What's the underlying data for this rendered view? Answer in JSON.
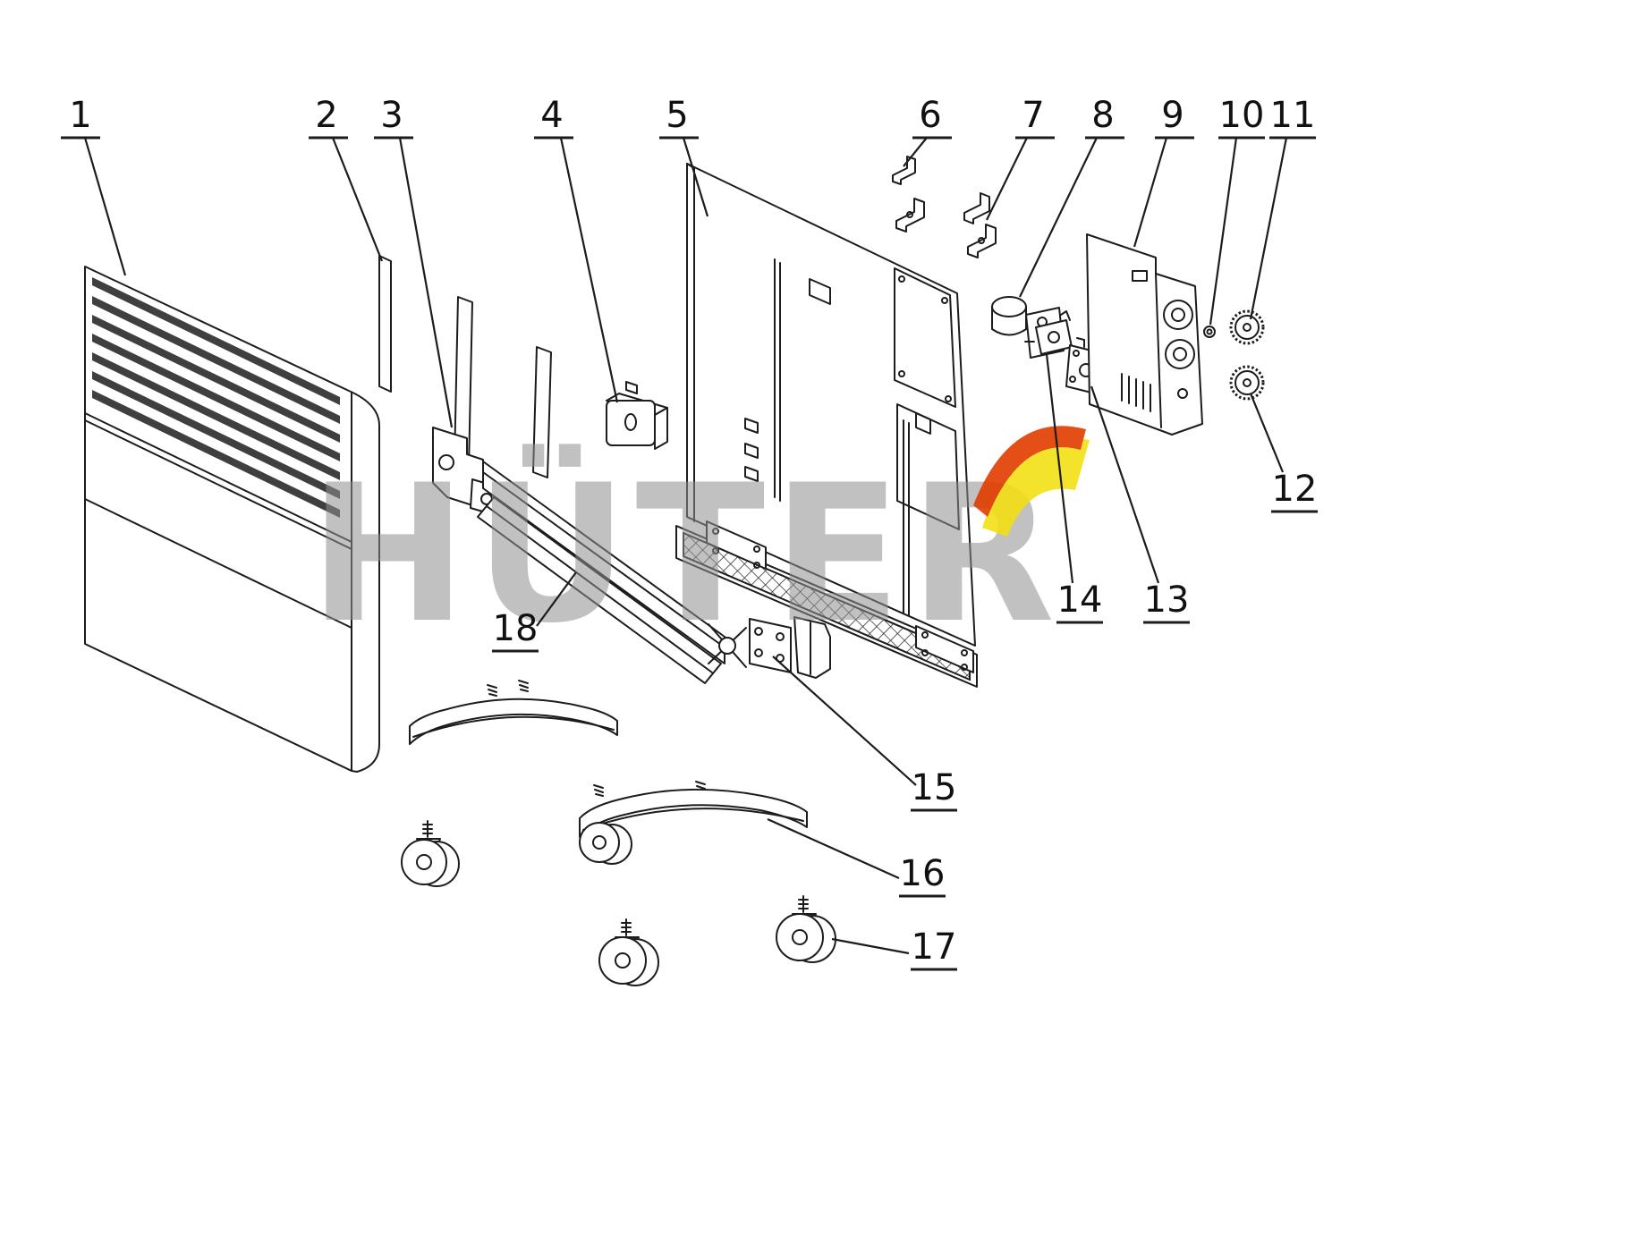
{
  "diagram": {
    "type": "exploded-parts-diagram",
    "background": "#ffffff",
    "line_color": "#1c1c1c"
  },
  "watermark": {
    "text": "HÜTER",
    "color": "#8f8f8f",
    "logo_yellow": "#f2e013",
    "logo_red": "#e23d00"
  },
  "parts": [
    {
      "label": "1",
      "name": "front-panel"
    },
    {
      "label": "2",
      "name": "seal-strip"
    },
    {
      "label": "3",
      "name": "element-support-bracket"
    },
    {
      "label": "4",
      "name": "junction-box"
    },
    {
      "label": "5",
      "name": "back-panel"
    },
    {
      "label": "6",
      "name": "wall-bracket-upper"
    },
    {
      "label": "7",
      "name": "wall-bracket-lower"
    },
    {
      "label": "8",
      "name": "thermal-cutout"
    },
    {
      "label": "9",
      "name": "control-panel-plate"
    },
    {
      "label": "10",
      "name": "indicator-lamp"
    },
    {
      "label": "11",
      "name": "knob-upper"
    },
    {
      "label": "12",
      "name": "knob-lower"
    },
    {
      "label": "13",
      "name": "switch"
    },
    {
      "label": "14",
      "name": "thermostat-bracket"
    },
    {
      "label": "15",
      "name": "mounting-bracket"
    },
    {
      "label": "16",
      "name": "foot"
    },
    {
      "label": "17",
      "name": "caster-wheel"
    },
    {
      "label": "18",
      "name": "heating-element"
    }
  ]
}
